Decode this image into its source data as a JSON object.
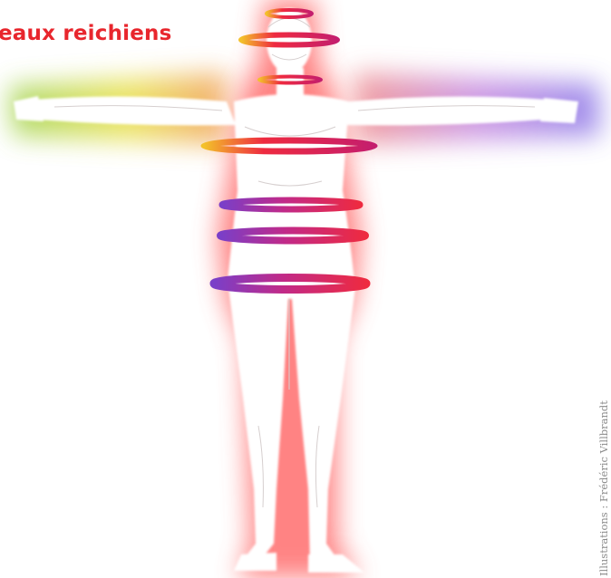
{
  "title": "eaux reichiens",
  "credit": "Illustrations : Frédéric Villbrandt",
  "colors": {
    "title": "#e8262d",
    "aura_core": "#ff5a5a",
    "arm_left": [
      "#9ed24c",
      "#e8e04a",
      "#f2a05a"
    ],
    "arm_right": [
      "#f09090",
      "#c68ae0",
      "#8c7ae8"
    ],
    "ring_warm": [
      "#f3c12a",
      "#ee2a40",
      "#c41e6e"
    ],
    "ring_cool": [
      "#7a3fc8",
      "#c12a88",
      "#ee2a40"
    ]
  },
  "illustration": {
    "subject": "standing-figure-with-arms-outstretched",
    "rings": [
      {
        "name": "ocular-ring",
        "palette": "ring_warm"
      },
      {
        "name": "oral-ring",
        "palette": "ring_warm"
      },
      {
        "name": "cervical-ring",
        "palette": "ring_warm"
      },
      {
        "name": "thoracic-ring",
        "palette": "ring_warm"
      },
      {
        "name": "diaphragm-ring",
        "palette": "ring_cool"
      },
      {
        "name": "abdominal-ring",
        "palette": "ring_cool"
      },
      {
        "name": "pelvic-ring",
        "palette": "ring_cool"
      }
    ]
  }
}
